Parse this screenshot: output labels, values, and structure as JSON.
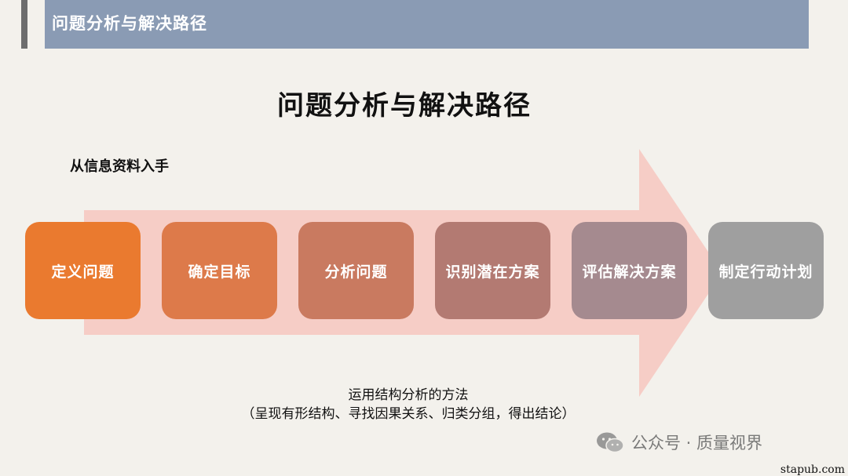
{
  "header": {
    "title": "问题分析与解决路径"
  },
  "slide": {
    "title": "问题分析与解决路径",
    "subtitle": "从信息资料入手",
    "caption_line1": "运用结构分析的方法",
    "caption_line2": "（呈现有形结构、寻找因果关系、归类分组，得出结论）"
  },
  "steps": [
    {
      "label": "定义问题",
      "color": "#ea7a2f"
    },
    {
      "label": "确定目标",
      "color": "#dd7a4a"
    },
    {
      "label": "分析问题",
      "color": "#c97a60"
    },
    {
      "label": "识别潜在方案",
      "color": "#b37a72"
    },
    {
      "label": "评估解决方案",
      "color": "#a58a8f"
    },
    {
      "label": "制定行动计划",
      "color": "#9f9f9f"
    }
  ],
  "arrow_color": "#f6cdc6",
  "watermark": {
    "text": "公众号 · 质量视界",
    "icon": "wechat-icon"
  },
  "site_mark": "stapub.com"
}
